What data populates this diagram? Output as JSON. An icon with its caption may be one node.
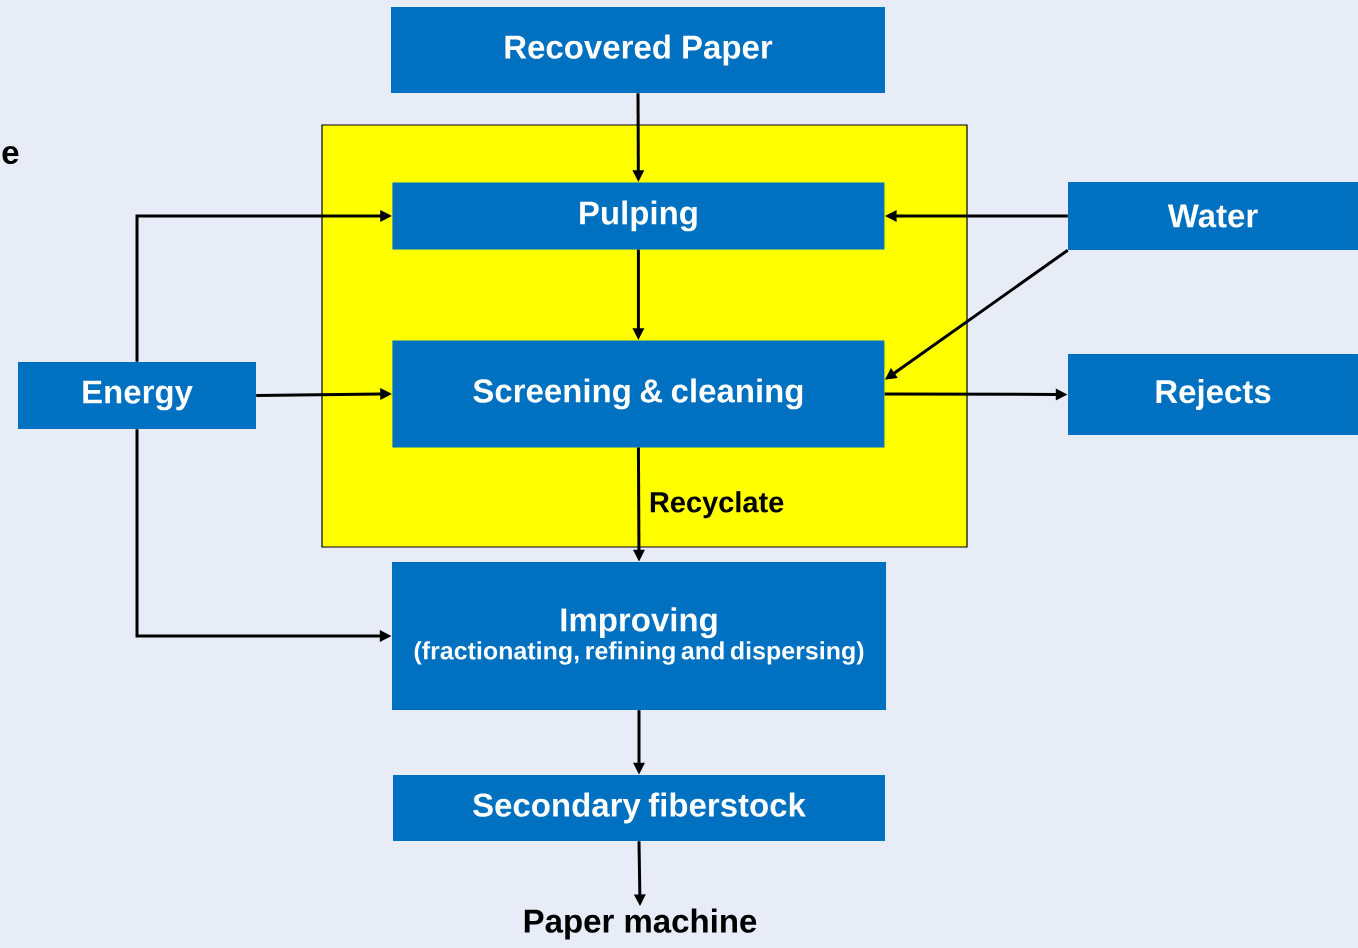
{
  "diagram": {
    "nodes": [
      {
        "text": [
          "Recovered Paper"
        ]
      },
      {
        "text": [],
        "shape": "box"
      },
      {
        "text": [
          "Pulping"
        ],
        "in": 1
      },
      {
        "text": [
          "Water"
        ]
      },
      {
        "text": [
          "Energy"
        ]
      },
      {
        "text": [
          "Screening & cleaning"
        ],
        "in": 1
      },
      {
        "text": [
          "Rejects"
        ]
      },
      {
        "text": [
          "Improving",
          "(fractionating, refining and dispersing)"
        ]
      },
      {
        "text": [
          "Secondary fiberstock"
        ]
      },
      {
        "text": [
          "Paper machine"
        ]
      }
    ],
    "edges": [
      {
        "from": 0,
        "to": 2,
        "arrow": "to"
      },
      {
        "from": 3,
        "to": 2,
        "arrow": "to"
      },
      {
        "from": 4,
        "to": 2,
        "arrow": "to"
      },
      {
        "from": 2,
        "to": 5,
        "arrow": "to"
      },
      {
        "from": 3,
        "to": 5,
        "arrow": "to"
      },
      {
        "from": 4,
        "to": 5,
        "arrow": "to"
      },
      {
        "from": 5,
        "to": 6,
        "arrow": "to"
      },
      {
        "from": 5,
        "to": 7,
        "arrow": "to",
        "label": "Recyclate"
      },
      {
        "from": 4,
        "to": 7,
        "arrow": "to"
      },
      {
        "from": 7,
        "to": 8,
        "arrow": "to"
      },
      {
        "from": 8,
        "to": 9,
        "arrow": "to"
      }
    ],
    "labels": [
      "e"
    ]
  }
}
